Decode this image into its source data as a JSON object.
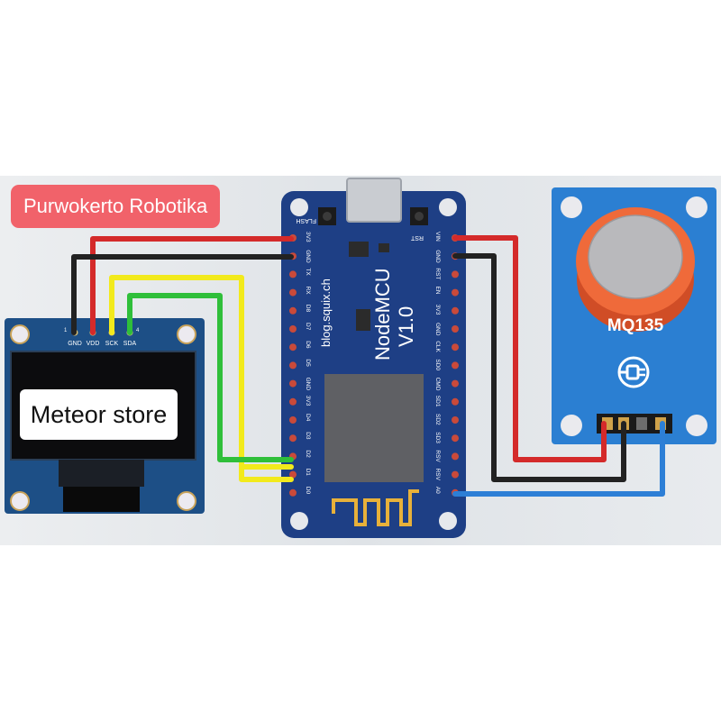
{
  "labels": {
    "top_left": "Purwokerto Robotika",
    "oled_overlay": "Meteor store"
  },
  "oled": {
    "pins": [
      "GND",
      "VDD",
      "SCK",
      "SDA"
    ],
    "pin_numbers": [
      "1",
      "4"
    ]
  },
  "nodemcu": {
    "title": "NodeMCU",
    "version": "V1.0",
    "site": "blog.squix.ch",
    "flash": "FLASH",
    "rst": "RST",
    "left_pins": [
      "3V3",
      "GND",
      "TX",
      "RX",
      "D8",
      "D7",
      "D6",
      "D5",
      "GND",
      "3V3",
      "D4",
      "D3",
      "D2",
      "D1",
      "D0"
    ],
    "right_pins": [
      "VIN",
      "GND",
      "RST",
      "EN",
      "3V3",
      "GND",
      "CLK",
      "SD0",
      "CMD",
      "SD1",
      "SD2",
      "SD3",
      "RSV",
      "RSV",
      "A0"
    ]
  },
  "sensor": {
    "name": "MQ135"
  },
  "colors": {
    "wire_red": "#d42a2a",
    "wire_black": "#222222",
    "wire_yellow": "#f2ea1c",
    "wire_green": "#2fbf3a",
    "wire_blue": "#2d7fd6",
    "board_blue": "#1e3f85",
    "sensor_blue": "#2b7fd2",
    "sensor_orange": "#ef6a3a",
    "label_red": "#f1626a"
  }
}
